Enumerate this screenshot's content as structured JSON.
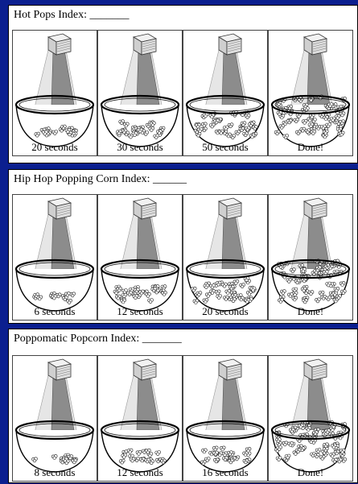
{
  "panels": [
    {
      "title": "Hot Pops Index: _______",
      "cells": [
        {
          "label": "20 seconds",
          "fill": 0.15
        },
        {
          "label": "30 seconds",
          "fill": 0.3
        },
        {
          "label": "50 seconds",
          "fill": 0.55
        },
        {
          "label": "Done!",
          "fill": 1.0
        }
      ]
    },
    {
      "title": "Hip Hop Popping Corn Index: ______",
      "cells": [
        {
          "label": "6 seconds",
          "fill": 0.08
        },
        {
          "label": "12 seconds",
          "fill": 0.3
        },
        {
          "label": "20 seconds",
          "fill": 0.5
        },
        {
          "label": "Done!",
          "fill": 1.0
        }
      ]
    },
    {
      "title": "Poppomatic Popcorn Index: _______",
      "cells": [
        {
          "label": "8 seconds",
          "fill": 0.12
        },
        {
          "label": "12 seconds",
          "fill": 0.2
        },
        {
          "label": "16 seconds",
          "fill": 0.28
        },
        {
          "label": "Done!",
          "fill": 1.0
        }
      ]
    }
  ],
  "colors": {
    "background": "#0b1f8f",
    "light_cone": "#8c8c8c",
    "kernel": "#ffffff"
  }
}
